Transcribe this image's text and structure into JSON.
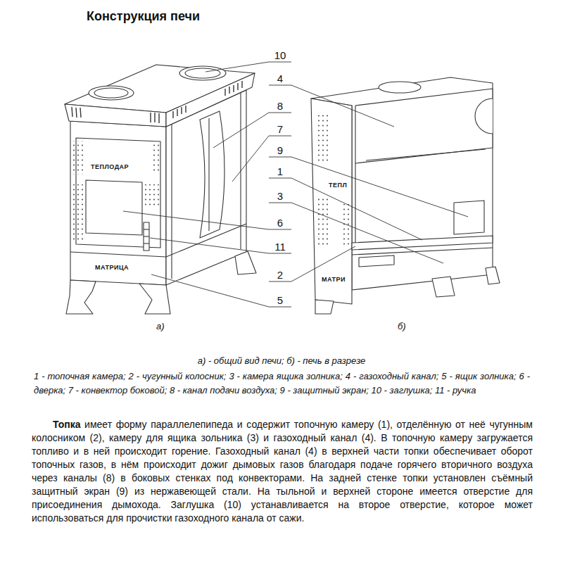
{
  "diagram": {
    "title": "Конструкция печи",
    "caption": "а) - общий вид печи; б) - печь в разрезе",
    "labels": [
      "10",
      "4",
      "8",
      "7",
      "9",
      "1",
      "3",
      "6",
      "11",
      "2",
      "5",
      "ТЕПЛОДАР",
      "МАТРИЦА",
      "ТЕПЛ",
      "МАТРИ",
      "а)",
      "б)",
      "1 - топочная камера; 2 - чугунный колосник; 3 - камера ящика золника; 4 - газоходный канал; 5 - ящик золника; 6 - дверка; 7 - конвектор боковой; 8 - канал подачи воздуха; 9 - защитный экран; 10 - заглушка; 11 - ручка",
      "Топка",
      "имеет форму параллелепипеда и содержит топочную камеру (1), отделённую от неё чугунным колосником (2), камеру для ящика зольника (3) и газоходный канал (4). В топочную камеру загружается топливо и в ней происходит горение. Газоходный канал (4) в верхней части топки обеспечивает оборот топочных газов, в нём происходит дожиг дымовых газов благодаря подаче горячего вторичного воздуха через каналы (8) в боковых стенках под конвекторами. На задней стенке топки установлен съёмный защитный экран (9) из нержавеющей стали. На тыльной и верхней стороне имеется отверстие для присоединения дымохода. Заглушка (10) устанавливается на второе отверстие, которое может использоваться для прочистки газоходного канала от сажи."
    ]
  }
}
